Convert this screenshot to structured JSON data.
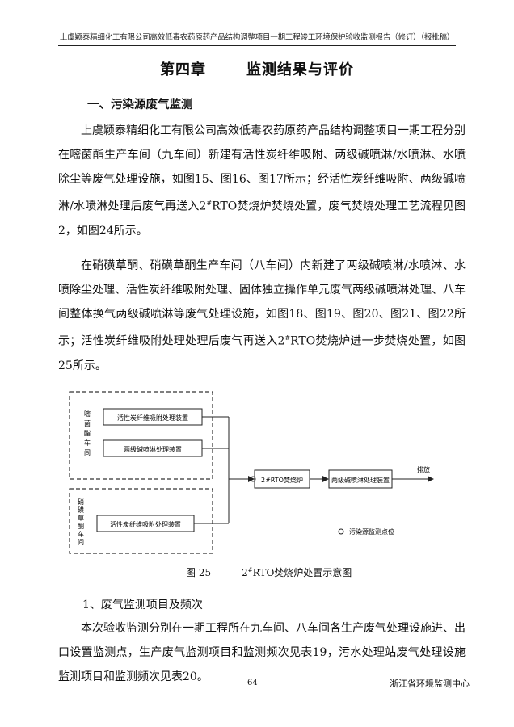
{
  "header": {
    "text": "上虞颖泰精细化工有限公司高效低毒农药原药产品结构调整项目一期工程竣工环境保护验收监测报告（修订）（报批稿）"
  },
  "chapter": {
    "number": "第四章",
    "title": "监测结果与评价"
  },
  "section": {
    "heading": "一、污染源废气监测"
  },
  "paragraphs": {
    "p1": "上虞颖泰精细化工有限公司高效低毒农药原药产品结构调整项目一期工程分别在嘧菌酯生产车间（九车间）新建有活性炭纤维吸附、两级碱喷淋/水喷淋、水喷除尘等废气处理设施，如图15、图16、图17所示；经活性炭纤维吸附、两级碱喷淋/水喷淋处理后废气再送入2",
    "p1_sup": "#",
    "p1_end": "RTO焚烧炉焚烧处置，废气焚烧处理工艺流程见图2，如图24所示。",
    "p2": "在硝磺草酮、硝磺草酮生产车间（八车间）内新建了两级碱喷淋/水喷淋、水喷除尘处理、活性炭纤维吸附处理、固体独立操作单元废气两级碱喷淋处理、八车间整体换气两级碱喷淋等废气处理设施，如图18、图19、图20、图21、图22所示；活性炭纤维吸附处理处理后废气再送入2",
    "p2_sup": "#",
    "p2_end": "RTO焚烧炉进一步焚烧处置，如图25所示。"
  },
  "diagram": {
    "group1_label": "嘧菌酯车间",
    "group1_box1": "活性炭纤维吸附处理装置",
    "group1_box2": "两级碱喷淋处理装置",
    "group2_label": "硝磺草酮车间",
    "group2_box1": "活性炭纤维吸附处理装置",
    "center_box": "2#RTO焚烧炉",
    "right_box": "两级碱喷淋处理装置",
    "output_label": "排放",
    "legend_text": "污染源监测点位"
  },
  "caption": {
    "figure": "图 25",
    "title_sup": "#",
    "title": "RTO焚烧炉处置示意图",
    "title_prefix": "2"
  },
  "subsection": {
    "heading": "1、废气监测项目及频次"
  },
  "paragraph3": {
    "text": "本次验收监测分别在一期工程所在九车间、八车间各生产废气处理设施进、出口设置监测点，生产废气监测项目和监测频次见表19，污水处理站废气处理设施监测项目和监测频次见表20。"
  },
  "footer": {
    "page_number": "64",
    "org": "浙江省环境监测中心"
  }
}
